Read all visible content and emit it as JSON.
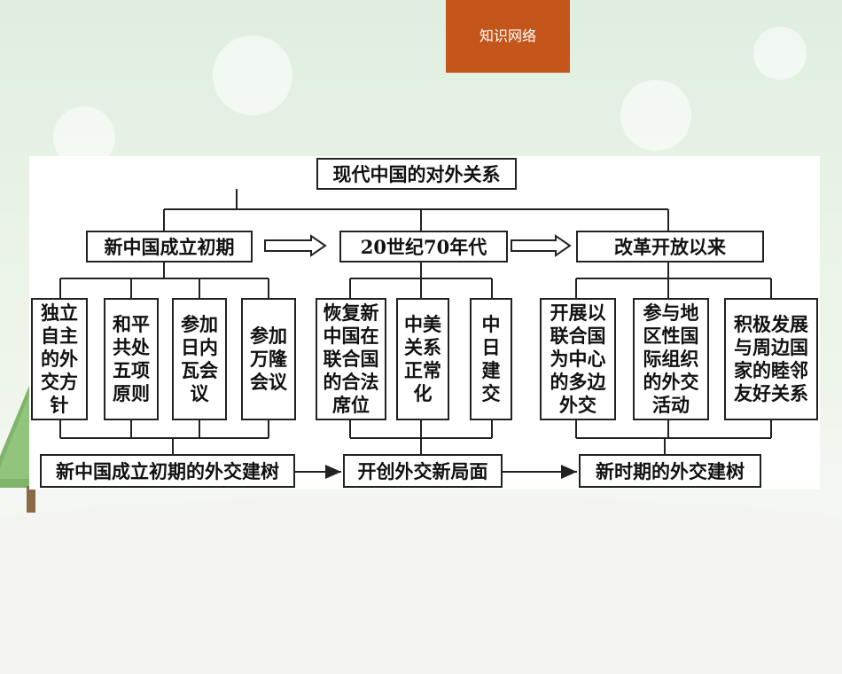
{
  "header_tab": {
    "label": "知识网络"
  },
  "diagram": {
    "root": "现代中国的对外关系",
    "periods": [
      {
        "label": "新中国成立初期",
        "items": [
          "独立自主的外交方针",
          "和平共处五项原则",
          "参加日内瓦会议",
          "参加万隆会议"
        ],
        "summary": "新中国成立初期的外交建树"
      },
      {
        "label": "20世纪70年代",
        "items": [
          "恢复新中国在联合国的合法席位",
          "中美关系正常化",
          "中日建交"
        ],
        "summary": "开创外交新局面"
      },
      {
        "label": "改革开放以来",
        "items": [
          "开展以联合国为中心的多边外交",
          "参与地区性国际组织的外交活动",
          "积极发展与周边国家的睦邻友好关系"
        ],
        "summary": "新时期的外交建树"
      }
    ]
  }
}
